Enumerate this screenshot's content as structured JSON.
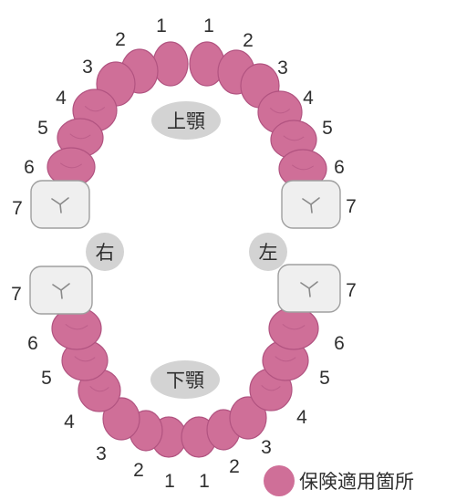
{
  "labels": {
    "upper_jaw": "上顎",
    "lower_jaw": "下顎",
    "right": "右",
    "left": "左"
  },
  "legend": {
    "text": "保険適用箇所",
    "color": "#cf6f98"
  },
  "colors": {
    "covered": "#cf6f98",
    "covered_edge": "#b15380",
    "white_tooth": "#efefef",
    "white_edge": "#9f9f9f",
    "label_bg": "#d3d3d3"
  },
  "teeth": {
    "upper_right": [
      {
        "number": "1",
        "covered": true
      },
      {
        "number": "2",
        "covered": true
      },
      {
        "number": "3",
        "covered": true
      },
      {
        "number": "4",
        "covered": true
      },
      {
        "number": "5",
        "covered": true
      },
      {
        "number": "6",
        "covered": true
      },
      {
        "number": "7",
        "covered": false
      }
    ],
    "upper_left": [
      {
        "number": "1",
        "covered": true
      },
      {
        "number": "2",
        "covered": true
      },
      {
        "number": "3",
        "covered": true
      },
      {
        "number": "4",
        "covered": true
      },
      {
        "number": "5",
        "covered": true
      },
      {
        "number": "6",
        "covered": true
      },
      {
        "number": "7",
        "covered": false
      }
    ],
    "lower_right": [
      {
        "number": "1",
        "covered": true
      },
      {
        "number": "2",
        "covered": true
      },
      {
        "number": "3",
        "covered": true
      },
      {
        "number": "4",
        "covered": true
      },
      {
        "number": "5",
        "covered": true
      },
      {
        "number": "6",
        "covered": true
      },
      {
        "number": "7",
        "covered": false
      }
    ],
    "lower_left": [
      {
        "number": "1",
        "covered": true
      },
      {
        "number": "2",
        "covered": true
      },
      {
        "number": "3",
        "covered": true
      },
      {
        "number": "4",
        "covered": true
      },
      {
        "number": "5",
        "covered": true
      },
      {
        "number": "6",
        "covered": true
      },
      {
        "number": "7",
        "covered": false
      }
    ]
  }
}
